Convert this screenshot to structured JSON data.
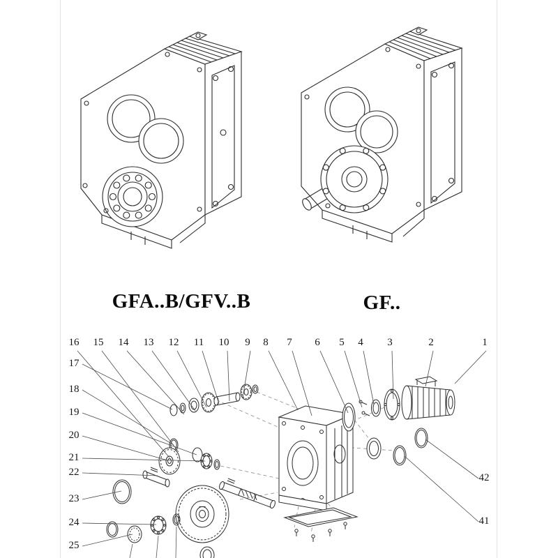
{
  "page": {
    "background": "#ffffff",
    "ink": "#2b2b2b"
  },
  "models": {
    "left": "GFA..B/GFV..B",
    "right": "GF.."
  },
  "callouts": {
    "top": [
      "16",
      "15",
      "14",
      "13",
      "12",
      "11",
      "10",
      "9",
      "8",
      "7",
      "6",
      "5",
      "4",
      "3",
      "2",
      "1"
    ],
    "left": [
      "17",
      "18",
      "19",
      "20",
      "21",
      "22",
      "23",
      "24",
      "25"
    ],
    "right": [
      "42",
      "41"
    ]
  }
}
